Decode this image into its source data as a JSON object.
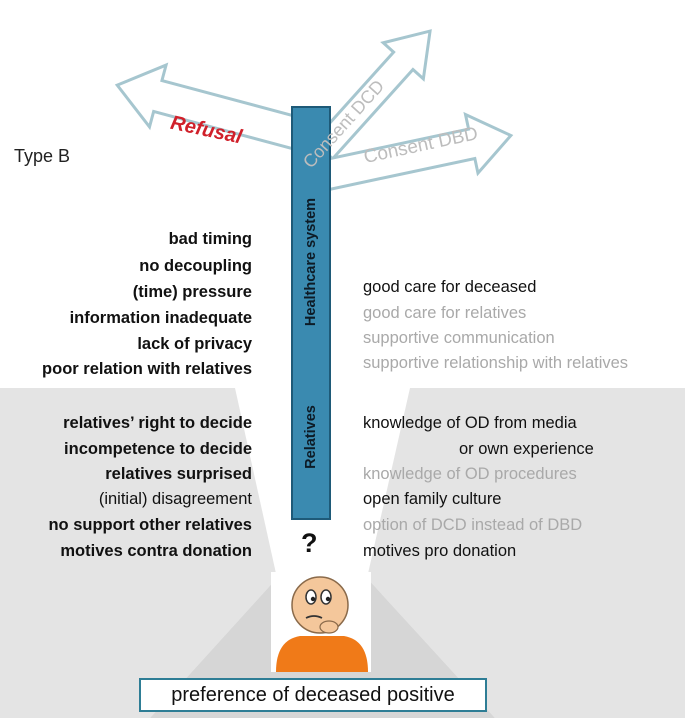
{
  "type_label": "Type B",
  "arrows": {
    "refusal": "Refusal",
    "consent_dcd": "Consent DCD",
    "consent_dbd": "Consent DBD"
  },
  "bar": {
    "top_label": "Healthcare system",
    "bottom_label": "Relatives",
    "color": "#3a8ab0"
  },
  "left_factors_healthcare": [
    "bad timing",
    "no decoupling",
    "(time) pressure",
    "information inadequate",
    "lack of privacy",
    "poor relation with relatives"
  ],
  "right_factors_healthcare": [
    "good care for deceased",
    "good care for relatives",
    "supportive communication",
    "supportive relationship with relatives"
  ],
  "left_factors_relatives": [
    "relatives’ right to decide",
    "incompetence to decide",
    "relatives surprised",
    "(initial) disagreement",
    "no support other relatives",
    "motives contra donation"
  ],
  "right_factors_relatives": [
    "knowledge of OD from media",
    "or own experience",
    "knowledge of OD procedures",
    "open family culture",
    "option of DCD instead of DBD",
    "motives pro donation"
  ],
  "question_mark": "?",
  "preference_box": "preference  of  deceased positive",
  "colors": {
    "refusal_text": "#d0202a",
    "arrow_outline": "#9fbfc9",
    "grey_text": "#a9a9a9",
    "cone": "#e3e3e3",
    "face_skin": "#f4c79b",
    "shirt": "#f07a18"
  }
}
